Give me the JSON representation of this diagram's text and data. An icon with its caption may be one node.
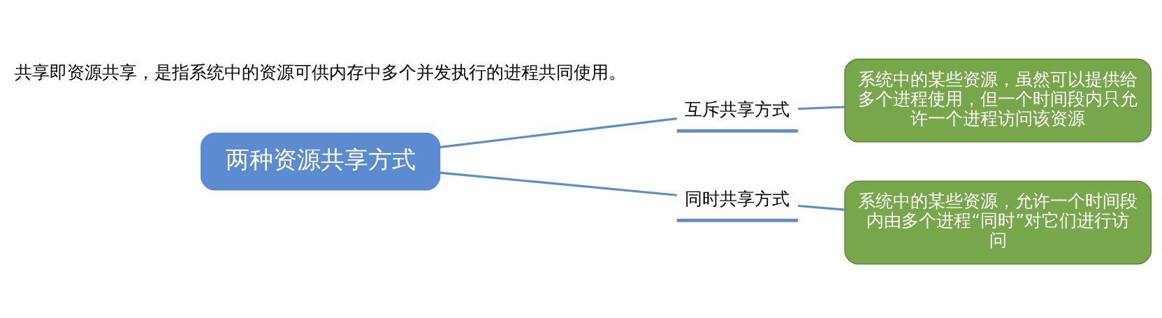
{
  "diagram": {
    "nodes": [
      {
        "text": [
          "两种资源共享方式"
        ]
      },
      {
        "text": [
          "互斥共享方式"
        ]
      },
      {
        "text": [
          "同时共享方式"
        ]
      },
      {
        "text": [
          "系统中的某些资源，虽然可以提供给多个进程使用，但一个时间段内只允许一个进程访问该资源"
        ]
      },
      {
        "text": [
          "系统中的某些资源，允许一个时间段内由多个进程“同时”对它们进行访问"
        ]
      }
    ],
    "edges": [
      {
        "from": 0,
        "to": 1,
        "arrow": "none"
      },
      {
        "from": 0,
        "to": 2,
        "arrow": "none"
      },
      {
        "from": 1,
        "to": 3,
        "arrow": "none"
      },
      {
        "from": 2,
        "to": 4,
        "arrow": "none"
      }
    ],
    "labels": [
      "共享即资源共享，是指系统中的资源可供内存中多个并发执行的进程共同使用。"
    ]
  }
}
